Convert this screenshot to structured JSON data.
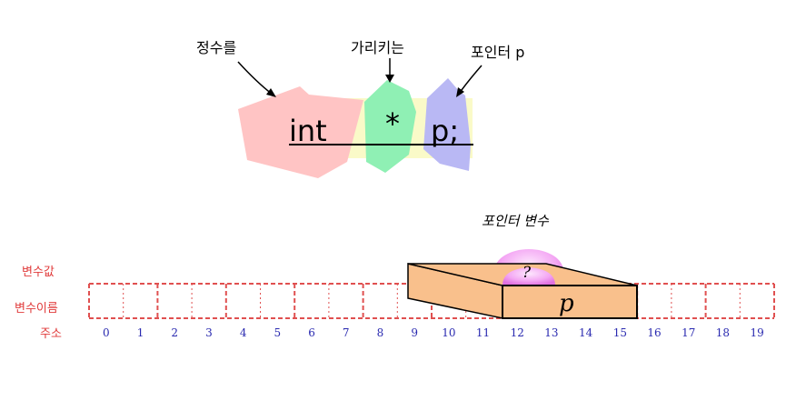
{
  "declaration": {
    "callout_int": "정수를",
    "callout_star": "가리키는",
    "callout_p": "포인터 p",
    "code_int": "int",
    "code_star": "*",
    "code_p": "p;"
  },
  "memory": {
    "title": "포인터 변수",
    "row_value_label": "변수값",
    "row_name_label": "변수이름",
    "row_address_label": "주소",
    "variable_name": "p",
    "variable_value": "?",
    "addresses": [
      "0",
      "1",
      "2",
      "3",
      "4",
      "5",
      "6",
      "7",
      "8",
      "9",
      "10",
      "11",
      "12",
      "13",
      "14",
      "15",
      "16",
      "17",
      "18",
      "19"
    ]
  },
  "colors": {
    "int_shape": "#ffc4c4",
    "star_shape": "#8ff0b4",
    "p_shape": "#b9b8f4",
    "highlight": "#fafac8",
    "row_labels": "#e03a3a",
    "dashed_lines": "#e05050",
    "address_text": "#2a2ab0",
    "box_fill": "#f9c08c",
    "blob": "#f090f0"
  }
}
